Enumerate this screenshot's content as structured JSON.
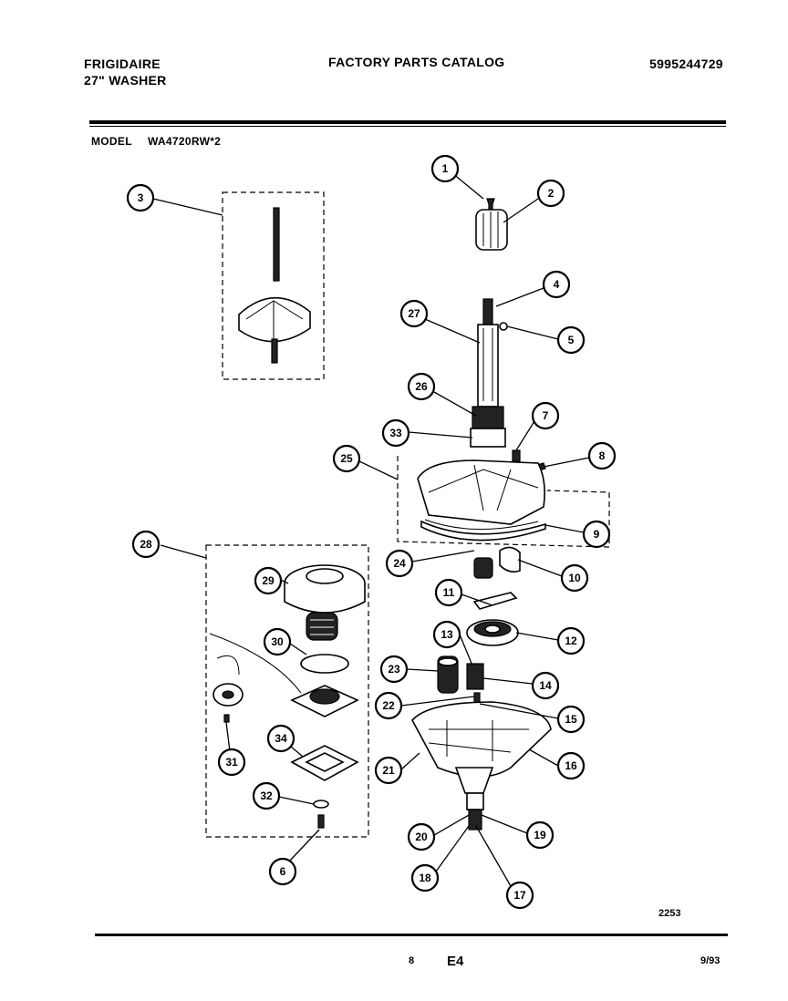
{
  "header": {
    "brand": "FRIGIDAIRE",
    "product": "27\" WASHER",
    "catalog_title": "FACTORY PARTS CATALOG",
    "catalog_number": "5995244729",
    "model_label": "MODEL",
    "model_value": "WA4720RW*2"
  },
  "footer": {
    "drawing_number": "2253",
    "page_number": "8",
    "section": "E4",
    "date": "9/93"
  },
  "callouts": [
    "1",
    "2",
    "3",
    "4",
    "5",
    "27",
    "26",
    "7",
    "33",
    "8",
    "25",
    "9",
    "24",
    "10",
    "11",
    "12",
    "13",
    "23",
    "14",
    "22",
    "15",
    "21",
    "16",
    "20",
    "19",
    "18",
    "17",
    "28",
    "29",
    "30",
    "31",
    "34",
    "32",
    "6"
  ]
}
